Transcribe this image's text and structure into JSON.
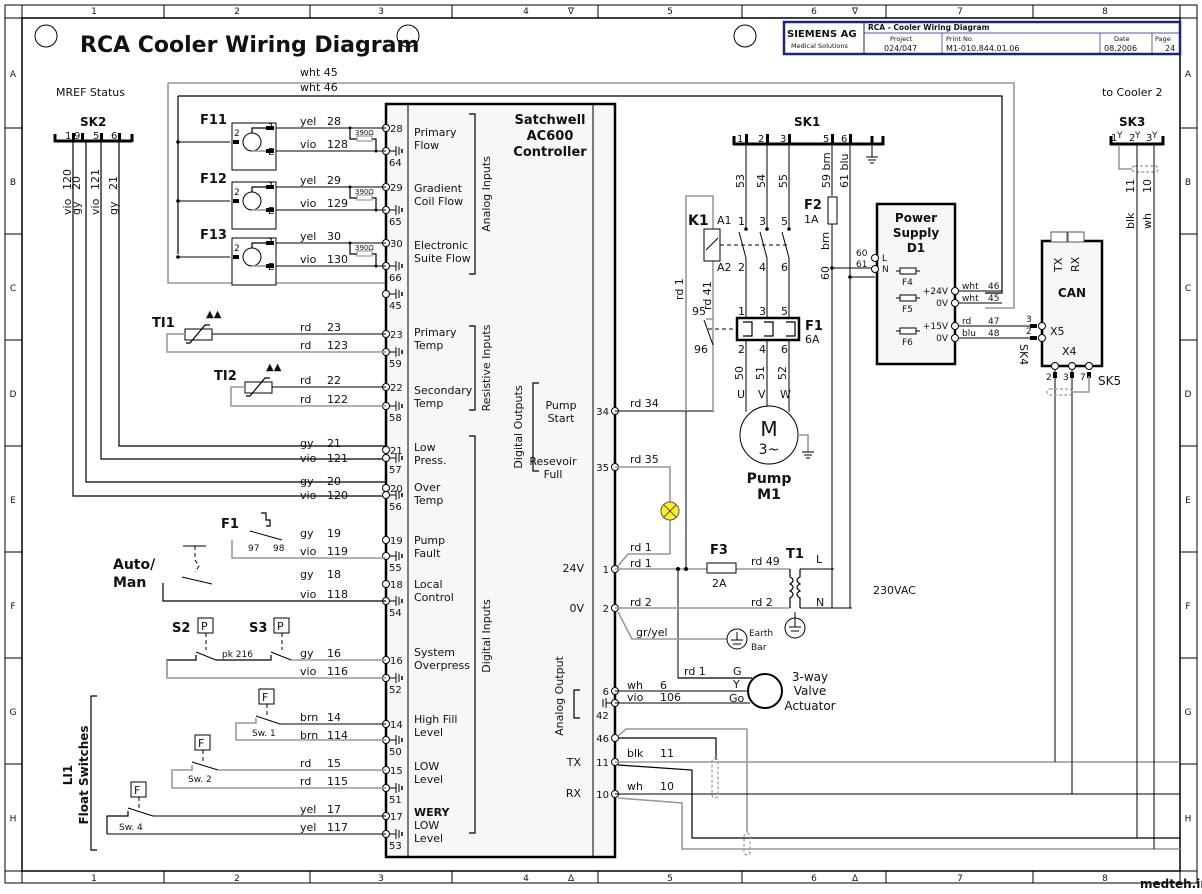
{
  "title": "RCA Cooler Wiring Diagram",
  "title_block": {
    "company": "SIEMENS AG",
    "division": "Medical Solutions",
    "doc_title": "RCA - Cooler Wiring Diagram",
    "project_label": "Project",
    "project": "024/047",
    "print_label": "Print No.",
    "print_no": "M1-010.844.01.06",
    "date_label": "Date",
    "date": "08.2006",
    "page_label": "Page",
    "page": "24"
  },
  "grid": {
    "columns": [
      "1",
      "2",
      "3",
      "4",
      "5",
      "6",
      "7",
      "8"
    ],
    "rows": [
      "A",
      "B",
      "C",
      "D",
      "E",
      "F",
      "G",
      "H"
    ],
    "rev_marker_top": "∇",
    "rev_marker_bottom": "Δ"
  },
  "labels": {
    "mref_status": "MREF Status",
    "to_cooler2": "to Cooler 2",
    "wht45": "wht  45",
    "wht46": "wht  46",
    "watermark": "medteh.info"
  },
  "controller": {
    "name_l1": "Satchwell",
    "name_l2": "AC600",
    "name_l3": "Controller",
    "groups": {
      "analog_inputs": "Analog Inputs",
      "resistive_inputs": "Resistive Inputs",
      "digital_inputs": "Digital Inputs",
      "digital_outputs": "Digital Outputs",
      "analog_output": "Analog Output"
    },
    "inputs": [
      {
        "l1": "Primary",
        "l2": "Flow"
      },
      {
        "l1": "Gradient",
        "l2": "Coil Flow"
      },
      {
        "l1": "Electronic",
        "l2": "Suite Flow"
      },
      {
        "l1": "Primary",
        "l2": "Temp"
      },
      {
        "l1": "Secondary",
        "l2": "Temp"
      },
      {
        "l1": "Low",
        "l2": "Press."
      },
      {
        "l1": "Over",
        "l2": "Temp"
      },
      {
        "l1": "Pump",
        "l2": "Fault"
      },
      {
        "l1": "Local",
        "l2": "Control"
      },
      {
        "l1": "System",
        "l2": "Overpress"
      },
      {
        "l1": "High Fill",
        "l2": "Level"
      },
      {
        "l1": "LOW",
        "l2": "Level"
      },
      {
        "l0": "WERY",
        "l1": "LOW",
        "l2": "Level"
      }
    ],
    "left_terminals": [
      "28",
      "64",
      "29",
      "65",
      "30",
      "66",
      "45",
      "23",
      "59",
      "22",
      "58",
      "21",
      "57",
      "20",
      "56",
      "19",
      "55",
      "18",
      "54",
      "16",
      "52",
      "14",
      "50",
      "15",
      "51",
      "17",
      "53"
    ],
    "outputs": [
      {
        "l1": "Pump",
        "l2": "Start"
      },
      {
        "l1": "Resevoir",
        "l2": "Full"
      }
    ],
    "right_labels": {
      "v24": "24V",
      "v0": "0V",
      "tx": "TX",
      "rx": "RX"
    },
    "right_terminals": [
      "34",
      "35",
      "1",
      "2",
      "6",
      "42",
      "46",
      "11",
      "10"
    ]
  },
  "sensors": {
    "flow": [
      {
        "name": "F11",
        "w1": "yel",
        "n1": "28",
        "w2": "vio",
        "n2": "128",
        "res": "390Ω"
      },
      {
        "name": "F12",
        "w1": "yel",
        "n1": "29",
        "w2": "vio",
        "n2": "129",
        "res": "390Ω"
      },
      {
        "name": "F13",
        "w1": "yel",
        "n1": "30",
        "w2": "vio",
        "n2": "130",
        "res": "390Ω"
      }
    ],
    "pin1": "1",
    "pin2": "2",
    "pinE": "E",
    "temp": [
      {
        "name": "TI1",
        "w1": "rd",
        "n1": "23",
        "w2": "rd",
        "n2": "123"
      },
      {
        "name": "TI2",
        "w1": "rd",
        "n1": "22",
        "w2": "rd",
        "n2": "122"
      }
    ]
  },
  "sk2": {
    "name": "SK2",
    "pins": [
      "1",
      "9",
      "5",
      "6"
    ],
    "wires": [
      {
        "n": "120",
        "c": "vio"
      },
      {
        "n": "20",
        "c": "gy"
      },
      {
        "n": "121",
        "c": "vio"
      },
      {
        "n": "21",
        "c": "gy"
      }
    ]
  },
  "digital_wires": [
    {
      "c": "gy",
      "n": "21"
    },
    {
      "c": "vio",
      "n": "121"
    },
    {
      "c": "gy",
      "n": "20"
    },
    {
      "c": "vio",
      "n": "120"
    },
    {
      "c": "gy",
      "n": "19"
    },
    {
      "c": "vio",
      "n": "119"
    },
    {
      "c": "gy",
      "n": "18"
    },
    {
      "c": "vio",
      "n": "118"
    },
    {
      "c": "gy",
      "n": "16"
    },
    {
      "c": "vio",
      "n": "116"
    },
    {
      "c": "brn",
      "n": "14"
    },
    {
      "c": "brn",
      "n": "114"
    },
    {
      "c": "rd",
      "n": "15"
    },
    {
      "c": "rd",
      "n": "115"
    },
    {
      "c": "yel",
      "n": "17"
    },
    {
      "c": "yel",
      "n": "117"
    }
  ],
  "switches": {
    "f1": "F1",
    "f1_97": "97",
    "f1_98": "98",
    "auto_l1": "Auto/",
    "auto_l2": "Man",
    "s2": "S2",
    "s3": "S3",
    "p": "P",
    "pk216": "pk  216",
    "f": "F",
    "sw1": "Sw. 1",
    "sw2": "Sw. 2",
    "sw4": "Sw. 4",
    "li1": "LI1",
    "float": "Float Switches"
  },
  "outputs_wiring": {
    "rd34": "rd  34",
    "rd35": "rd  35",
    "rd1": "rd  1",
    "rd2": "rd  2",
    "rd49": "rd  49",
    "gryel": "gr/yel",
    "earth_l1": "Earth",
    "earth_l2": "Bar",
    "f3": "F3",
    "f3_rating": "2A",
    "t1": "T1",
    "L": "L",
    "N": "N",
    "vac": "230VAC",
    "wh6": "wh",
    "n6": "6",
    "vio106": "vio",
    "n106": "106",
    "G": "G",
    "Y": "Y",
    "Go": "Go",
    "valve_l1": "3-way",
    "valve_l2": "Valve",
    "valve_l3": "Actuator",
    "blk11": "blk",
    "n11": "11",
    "wh10": "wh",
    "n10": "10"
  },
  "sk1": {
    "name": "SK1",
    "pins": [
      "1",
      "2",
      "3",
      "5",
      "6"
    ],
    "wires": [
      "53",
      "54",
      "55",
      "59 brn",
      "61 blu"
    ]
  },
  "k1": {
    "name": "K1",
    "a1": "A1",
    "a2": "A2",
    "c_top": [
      "1",
      "3",
      "5"
    ],
    "c_bot": [
      "2",
      "4",
      "6"
    ],
    "rd41": "rd  41",
    "rd1": "rd  1",
    "n95": "95",
    "n96": "96"
  },
  "f1_overload": {
    "name": "F1",
    "rating": "6A",
    "top": [
      "1",
      "3",
      "5"
    ],
    "bot": [
      "2",
      "4",
      "6"
    ]
  },
  "f2": {
    "name": "F2",
    "rating": "1A",
    "brn": "brn",
    "n60": "60"
  },
  "motor": {
    "wires": [
      "50",
      "51",
      "52"
    ],
    "phases": [
      "U",
      "V",
      "W"
    ],
    "m": "M",
    "three": "3~",
    "l1": "Pump",
    "l2": "M1"
  },
  "psu": {
    "l1": "Power",
    "l2": "Supply",
    "l3": "D1",
    "in": [
      {
        "n": "60",
        "t": "L"
      },
      {
        "n": "61",
        "t": "N"
      }
    ],
    "fuses": [
      "F4",
      "F5",
      "F6"
    ],
    "out": [
      {
        "v": "+24V",
        "c": "wht",
        "n": "46"
      },
      {
        "v": "0V",
        "c": "wht",
        "n": "45"
      },
      {
        "v": "+15V",
        "c": "rd",
        "n": "47"
      },
      {
        "v": "0V",
        "c": "blu",
        "n": "48"
      }
    ]
  },
  "can": {
    "name": "CAN",
    "tx": "TX",
    "rx": "RX",
    "x5": "X5",
    "x4": "X4",
    "sk4": "SK4",
    "sk5": "SK5",
    "x5pins": [
      "3",
      "2"
    ],
    "x4pins": [
      "2",
      "3",
      "7"
    ]
  },
  "sk3": {
    "name": "SK3",
    "pins": [
      "1",
      "2",
      "3"
    ],
    "wires": [
      {
        "n": "11",
        "c": "blk"
      },
      {
        "n": "10",
        "c": "wh"
      }
    ]
  }
}
